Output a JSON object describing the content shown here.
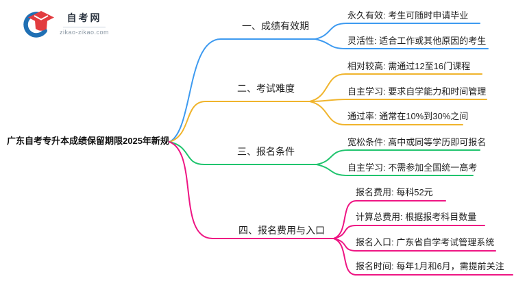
{
  "logo": {
    "name": "自考网",
    "domain": "zikao-zikao.com",
    "icon": "graduation-cap-icon",
    "cap_color": "#e23c3f",
    "swoosh_color": "#2070b4"
  },
  "root": {
    "label": "广东自考专升本成绩保留期限2025年新规"
  },
  "branches": [
    {
      "label": "一、成绩有效期",
      "color": "#3d9af0",
      "items": [
        "永久有效: 考生可随时申请毕业",
        "灵活性: 适合工作或其他原因的考生"
      ]
    },
    {
      "label": "二、考试难度",
      "color": "#f0b42c",
      "items": [
        "相对较高: 需通过12至16门课程",
        "自主学习: 要求自学能力和时间管理",
        "通过率: 通常在10%到30%之间"
      ]
    },
    {
      "label": "三、报名条件",
      "color": "#20c46e",
      "items": [
        "宽松条件: 高中或同等学历即可报名",
        "自主学习: 不需参加全国统一高考"
      ]
    },
    {
      "label": "四、报名费用与入口",
      "color": "#ee1583",
      "items": [
        "报名费用: 每科52元",
        "计算总费用: 根据报考科目数量",
        "报名入口: 广东省自学考试管理系统",
        "报名时间: 每年1月和6月，需提前关注"
      ]
    }
  ]
}
